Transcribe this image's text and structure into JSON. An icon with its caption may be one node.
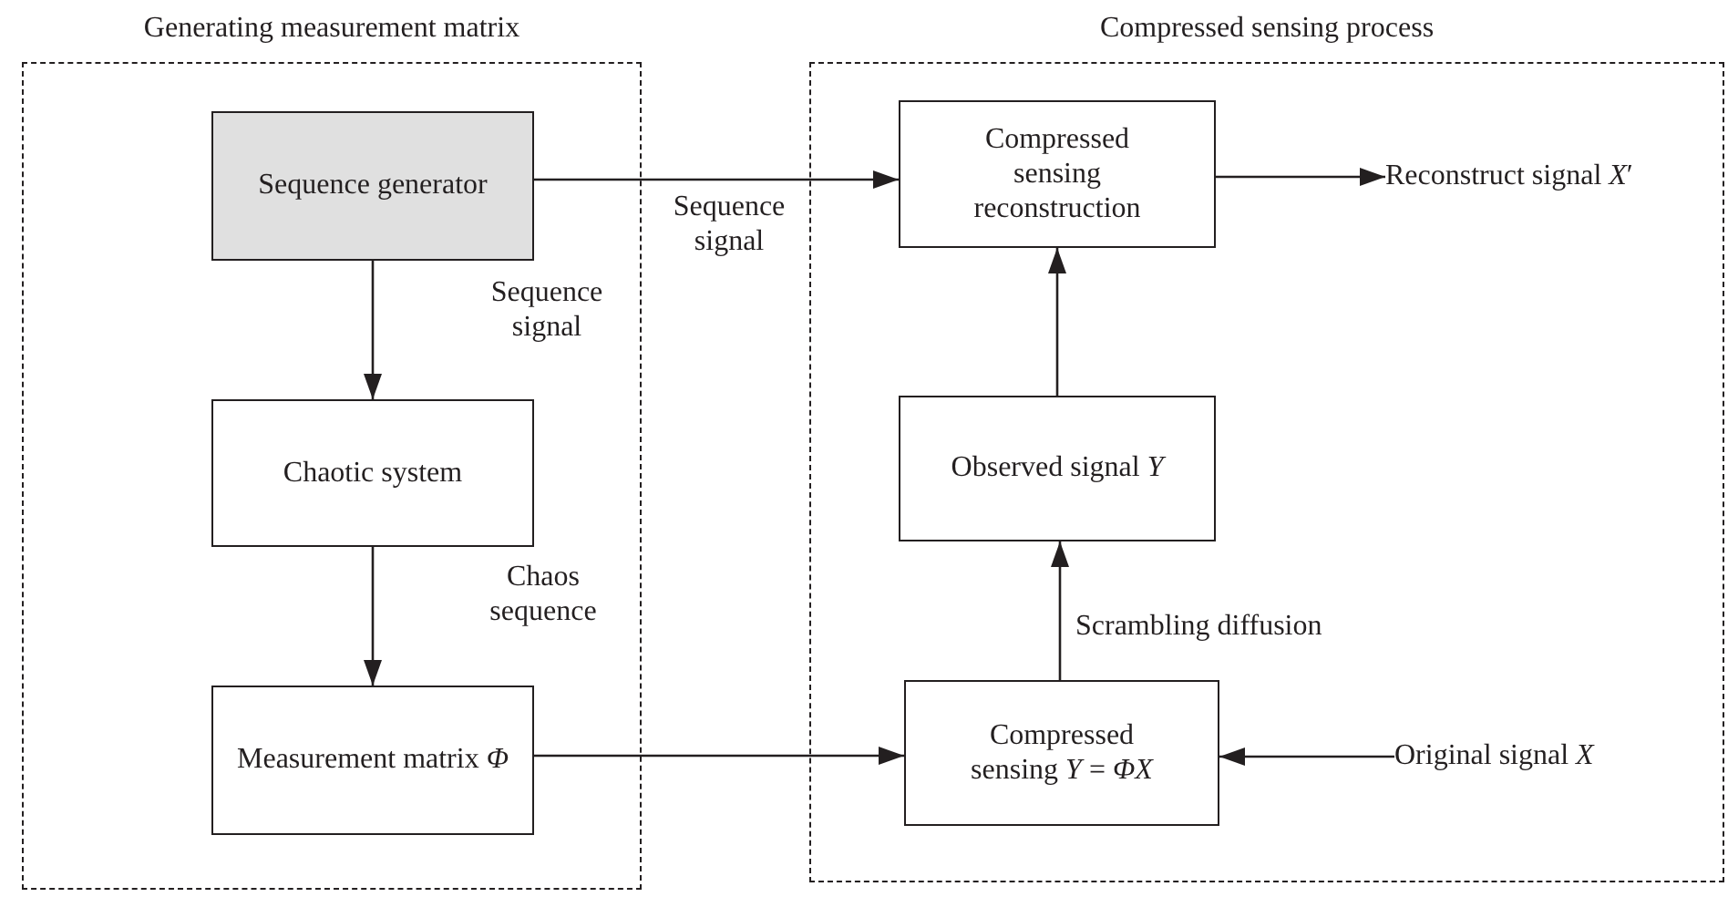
{
  "diagram": {
    "nodes": [
      {
        "text": [
          "Generating measurement matrix"
        ]
      },
      {
        "text": [
          "Sequence generator"
        ],
        "in": 0
      },
      {
        "text": [
          "Chaotic system"
        ],
        "in": 0
      },
      {
        "text": [
          "Measurement matrix *Φ*"
        ],
        "in": 0
      },
      {
        "text": [
          "Compressed sensing process"
        ]
      },
      {
        "text": [
          "Compressed sensing reconstruction"
        ],
        "in": 4
      },
      {
        "text": [
          "Observed signal *Y*"
        ],
        "in": 4
      },
      {
        "text": [
          "Compressed sensing *Y* = *ΦX*"
        ],
        "in": 4
      },
      {
        "text": [
          "Reconstruct signal *X*′"
        ],
        "in": 4
      },
      {
        "text": [
          "Original signal *X*"
        ],
        "in": 4
      }
    ],
    "edges": [
      {
        "from": 1,
        "to": 5,
        "arrow": "to",
        "label": "Sequence signal"
      },
      {
        "from": 1,
        "to": 2,
        "arrow": "to",
        "label": "Sequence signal"
      },
      {
        "from": 2,
        "to": 3,
        "arrow": "to",
        "label": "Chaos sequence"
      },
      {
        "from": 3,
        "to": 7,
        "arrow": "to"
      },
      {
        "from": 6,
        "to": 5,
        "arrow": "to"
      },
      {
        "from": 7,
        "to": 6,
        "arrow": "to",
        "label": "Scrambling diffusion"
      },
      {
        "from": 5,
        "to": 8,
        "arrow": "to"
      },
      {
        "from": 9,
        "to": 7,
        "arrow": "to"
      }
    ]
  }
}
